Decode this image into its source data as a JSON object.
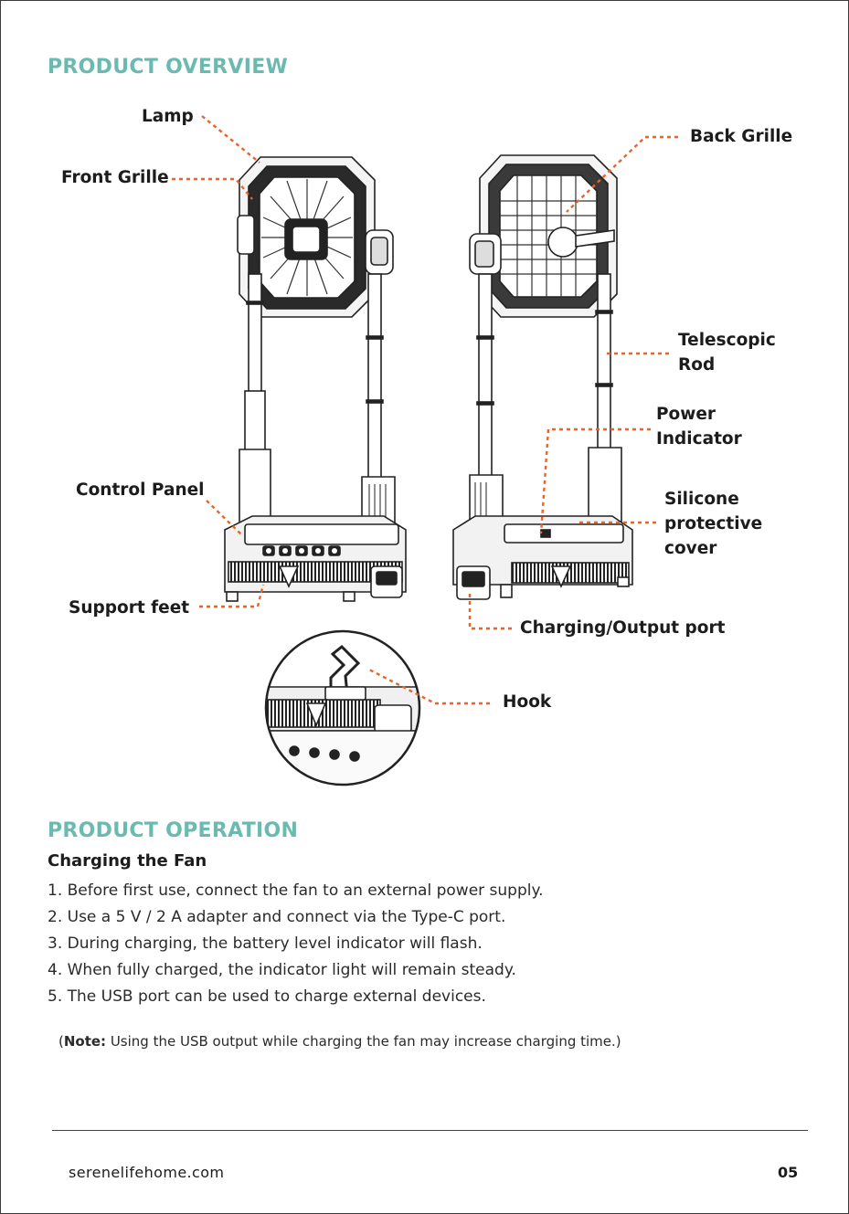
{
  "overview": {
    "title": "PRODUCT OVERVIEW",
    "callouts": {
      "lamp": "Lamp",
      "front_grille": "Front Grille",
      "back_grille": "Back Grille",
      "telescopic_rod_line1": "Telescopic",
      "telescopic_rod_line2": "Rod",
      "power_indicator_line1": "Power",
      "power_indicator_line2": "Indicator",
      "control_panel": "Control Panel",
      "silicone_line1": "Silicone",
      "silicone_line2": "protective",
      "silicone_line3": "cover",
      "support_feet": "Support feet",
      "charging_port": "Charging/Output port",
      "hook": "Hook"
    },
    "leader_color": "#e8642c"
  },
  "operation": {
    "title": "PRODUCT OPERATION",
    "subtitle": "Charging the Fan",
    "steps": [
      "1. Before first use, connect the fan to an external power supply.",
      "2. Use a 5 V / 2 A adapter and connect via the Type-C port.",
      "3. During charging, the battery level indicator will flash.",
      "4. When fully charged, the indicator light will remain steady.",
      "5. The USB port can be used to charge external devices."
    ],
    "note_open": "(",
    "note_label": "Note:",
    "note_text": " Using the USB output while charging the fan may increase charging time.)"
  },
  "footer": {
    "website": "serenelifehome.com",
    "page_number": "05"
  },
  "colors": {
    "heading": "#6bbab0",
    "text": "#1c1c1c"
  }
}
